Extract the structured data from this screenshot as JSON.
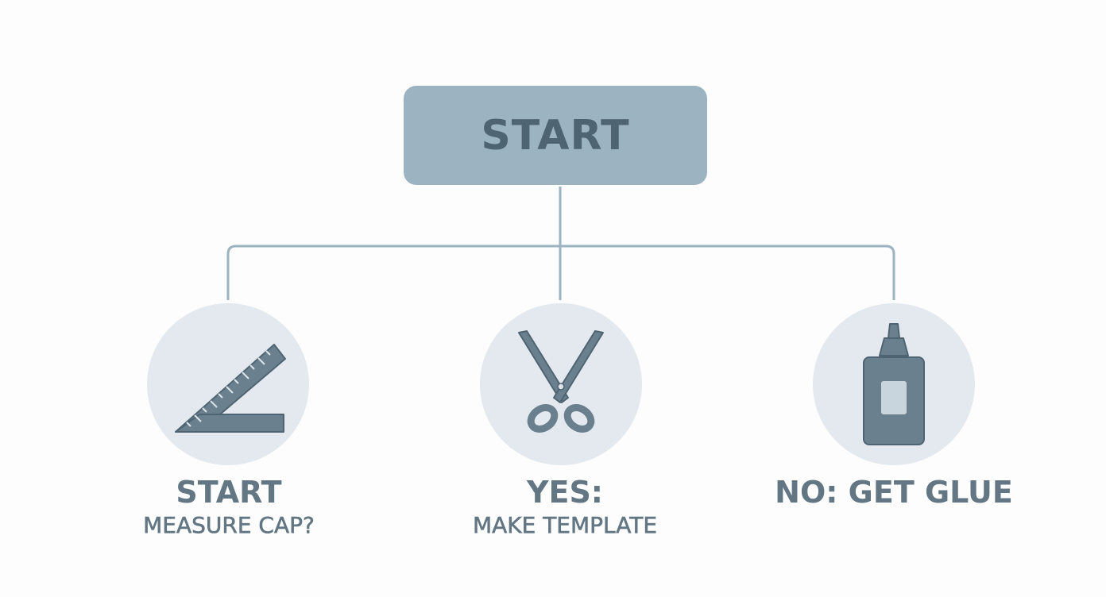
{
  "diagram": {
    "start_label": "START",
    "nodes": [
      {
        "id": "measure",
        "icon": "ruler-icon",
        "title": "START",
        "subtitle": "MEASURE CAP?"
      },
      {
        "id": "template",
        "icon": "scissors-icon",
        "title": "YES:",
        "subtitle": "MAKE TEMPLATE"
      },
      {
        "id": "glue",
        "icon": "glue-bottle-icon",
        "title": "NO: GET GLUE",
        "subtitle": ""
      }
    ]
  },
  "colors": {
    "box_fill": "#9cb3c2",
    "box_text": "#4f6472",
    "connector": "#9cb3c2",
    "circle_fill": "#e3e9ee",
    "icon_fill": "#6b808e",
    "label_text": "#627683"
  }
}
